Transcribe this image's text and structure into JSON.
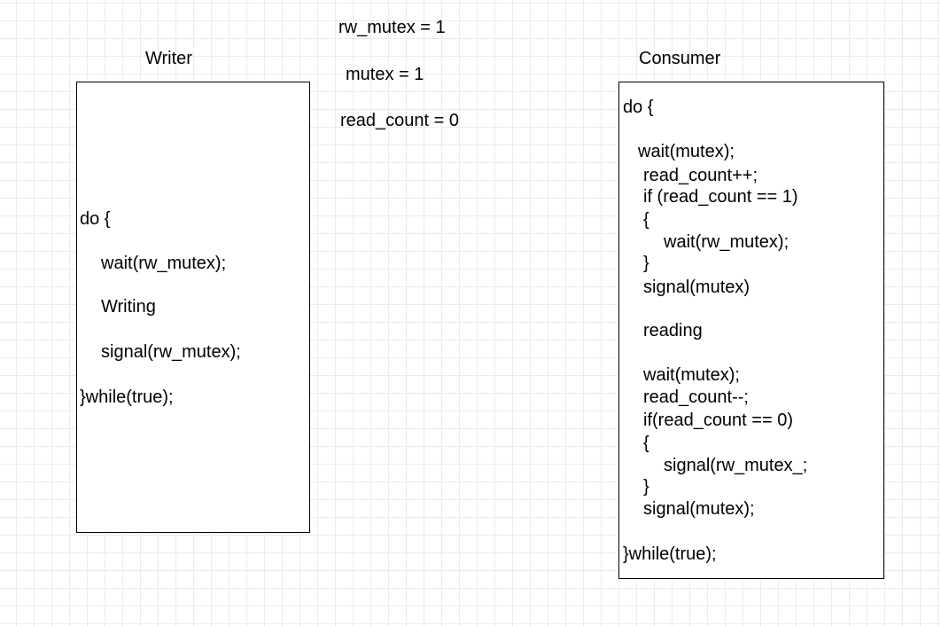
{
  "shared_variables": {
    "rw_mutex": "rw_mutex = 1",
    "mutex": "mutex = 1",
    "read_count": "read_count = 0"
  },
  "writer": {
    "title": "Writer",
    "code": {
      "do_open": "do {",
      "wait": "wait(rw_mutex);",
      "writing": "Writing",
      "signal": "signal(rw_mutex);",
      "while_close": "}while(true);"
    }
  },
  "consumer": {
    "title": "Consumer",
    "code": {
      "do_open": "do {",
      "wait_mutex_1": "wait(mutex);",
      "read_count_inc": "read_count++;",
      "if_1": "if (read_count == 1)",
      "brace_open_1": "{",
      "wait_rw": "wait(rw_mutex);",
      "brace_close_1": "}",
      "signal_mutex_1": "signal(mutex)",
      "reading": "reading",
      "wait_mutex_2": "wait(mutex);",
      "read_count_dec": "read_count--;",
      "if_2": "if(read_count == 0)",
      "brace_open_2": "{",
      "signal_rw": "signal(rw_mutex_;",
      "brace_close_2": "}",
      "signal_mutex_2": "signal(mutex);",
      "while_close": "}while(true);"
    }
  }
}
